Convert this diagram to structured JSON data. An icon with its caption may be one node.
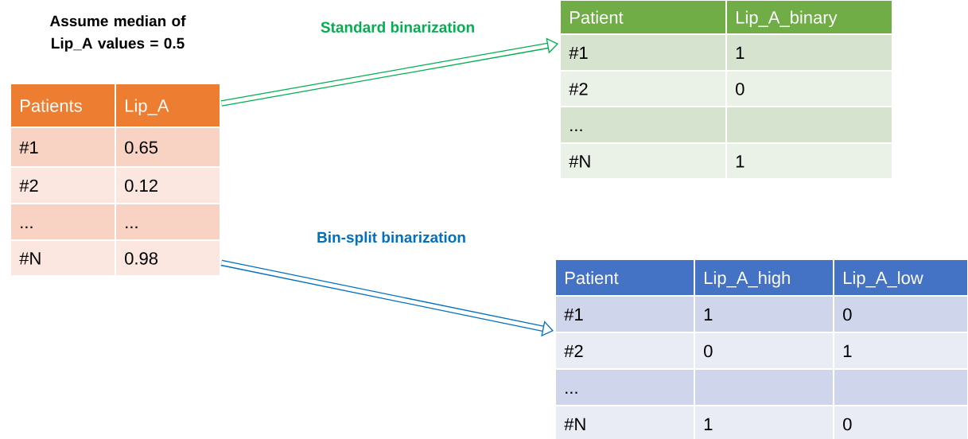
{
  "diagram": {
    "nodes": [
      {
        "text": [
          "Patients",
          "Lip_A",
          "#1",
          "0.65",
          "#2",
          "0.12",
          "...",
          "...",
          "#N",
          "0.98"
        ]
      },
      {
        "text": [
          "Patient",
          "Lip_A_binary",
          "#1",
          "1",
          "#2",
          "0",
          "...",
          "#N",
          "1"
        ]
      },
      {
        "text": [
          "Patient",
          "Lip_A_high",
          "Lip_A_low",
          "#1",
          "1",
          "0",
          "#2",
          "0",
          "1",
          "...",
          "#N",
          "1",
          "0"
        ]
      }
    ],
    "edges": [
      {
        "from": 0,
        "to": 1,
        "arrow": "to",
        "label": "Standard binarization",
        "color": "#00b050"
      },
      {
        "from": 0,
        "to": 2,
        "arrow": "to",
        "label": "Bin-split binarization",
        "color": "#0070c0"
      }
    ],
    "labels": [
      "Assume median of Lip_A values = 0.5"
    ]
  }
}
